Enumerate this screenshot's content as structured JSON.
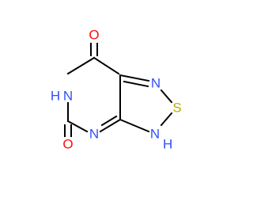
{
  "molecule": {
    "atoms": [
      {
        "id": "o-top",
        "element": "O",
        "label": "O",
        "color": "#ff0d0d"
      },
      {
        "id": "n-imide",
        "element": "N",
        "label": "N",
        "sub": "H",
        "color": "#3050f8"
      },
      {
        "id": "o-bottom",
        "element": "O",
        "label": "O",
        "color": "#ff0d0d"
      },
      {
        "id": "n-pyrimidine",
        "element": "N",
        "label": "N",
        "color": "#3050f8"
      },
      {
        "id": "n-thiadiazole-top",
        "element": "N",
        "label": "N",
        "color": "#3050f8"
      },
      {
        "id": "s-thiadiazole",
        "element": "S",
        "label": "S",
        "color": "#b2b200"
      },
      {
        "id": "nh-thiadiazole",
        "element": "N",
        "label": "N",
        "sub": "H",
        "color": "#3050f8"
      }
    ],
    "bond_color": "#000000"
  }
}
